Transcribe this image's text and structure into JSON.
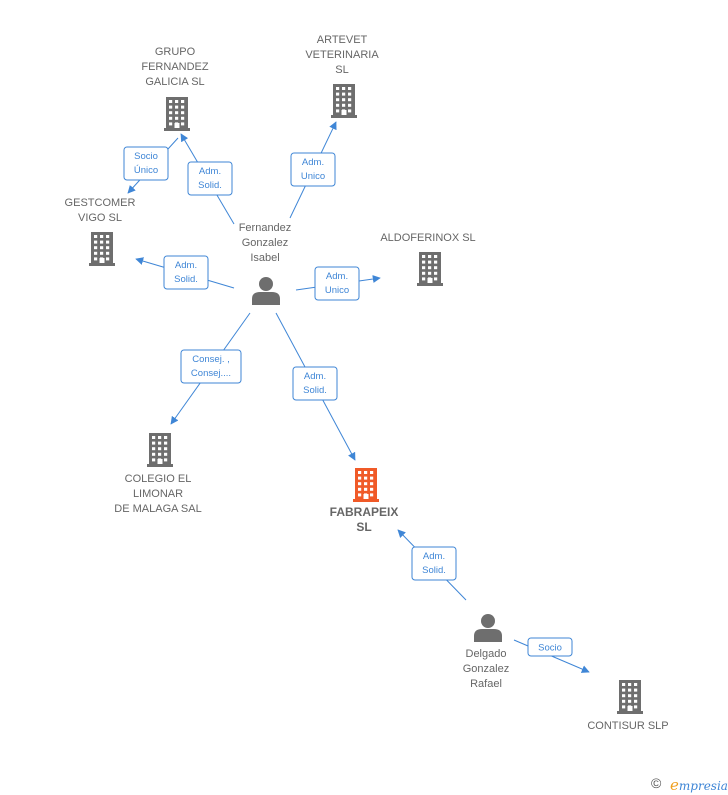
{
  "colors": {
    "edge": "#3f86d6",
    "building": "#6e6e6e",
    "building_main": "#f05a28",
    "person": "#6e6e6e",
    "text": "#666666"
  },
  "nodes": [
    {
      "id": "fernandez",
      "kind": "person",
      "lines": [
        "Fernandez",
        "Gonzalez",
        "Isabel"
      ]
    },
    {
      "id": "delgado",
      "kind": "person",
      "lines": [
        "Delgado",
        "Gonzalez",
        "Rafael"
      ]
    },
    {
      "id": "grupo",
      "kind": "company",
      "lines": [
        "GRUPO",
        "FERNANDEZ",
        "GALICIA SL"
      ]
    },
    {
      "id": "artevet",
      "kind": "company",
      "lines": [
        "ARTEVET",
        "VETERINARIA",
        "SL"
      ]
    },
    {
      "id": "gestcomer",
      "kind": "company",
      "lines": [
        "GESTCOMER",
        "VIGO  SL"
      ]
    },
    {
      "id": "aldoferinox",
      "kind": "company",
      "lines": [
        "ALDOFERINOX SL"
      ]
    },
    {
      "id": "colegio",
      "kind": "company",
      "lines": [
        "COLEGIO EL",
        "LIMONAR",
        "DE MALAGA SAL"
      ]
    },
    {
      "id": "fabrapeix",
      "kind": "company",
      "main": true,
      "lines": [
        "FABRAPEIX",
        "SL"
      ]
    },
    {
      "id": "contisur",
      "kind": "company",
      "lines": [
        "CONTISUR SLP"
      ]
    }
  ],
  "edges": [
    {
      "id": "e-grupo-gestcomer",
      "from": "grupo",
      "to": "gestcomer",
      "label": [
        "Socio",
        "Único"
      ]
    },
    {
      "id": "e-fernandez-grupo",
      "from": "fernandez",
      "to": "grupo",
      "label": [
        "Adm.",
        "Solid."
      ]
    },
    {
      "id": "e-fernandez-artevet",
      "from": "fernandez",
      "to": "artevet",
      "label": [
        "Adm.",
        "Unico"
      ]
    },
    {
      "id": "e-fernandez-gestcomer",
      "from": "fernandez",
      "to": "gestcomer",
      "label": [
        "Adm.",
        "Solid."
      ]
    },
    {
      "id": "e-fernandez-aldoferinox",
      "from": "fernandez",
      "to": "aldoferinox",
      "label": [
        "Adm.",
        "Unico"
      ]
    },
    {
      "id": "e-fernandez-colegio",
      "from": "fernandez",
      "to": "colegio",
      "label": [
        "Consej. ,",
        "Consej...."
      ]
    },
    {
      "id": "e-fernandez-fabrapeix",
      "from": "fernandez",
      "to": "fabrapeix",
      "label": [
        "Adm.",
        "Solid."
      ]
    },
    {
      "id": "e-delgado-fabrapeix",
      "from": "delgado",
      "to": "fabrapeix",
      "label": [
        "Adm.",
        "Solid."
      ]
    },
    {
      "id": "e-delgado-contisur",
      "from": "delgado",
      "to": "contisur",
      "label": [
        "Socio"
      ]
    }
  ],
  "footer": {
    "copyright_symbol": "©",
    "brand_initial": "e",
    "brand_rest": "mpresia"
  }
}
